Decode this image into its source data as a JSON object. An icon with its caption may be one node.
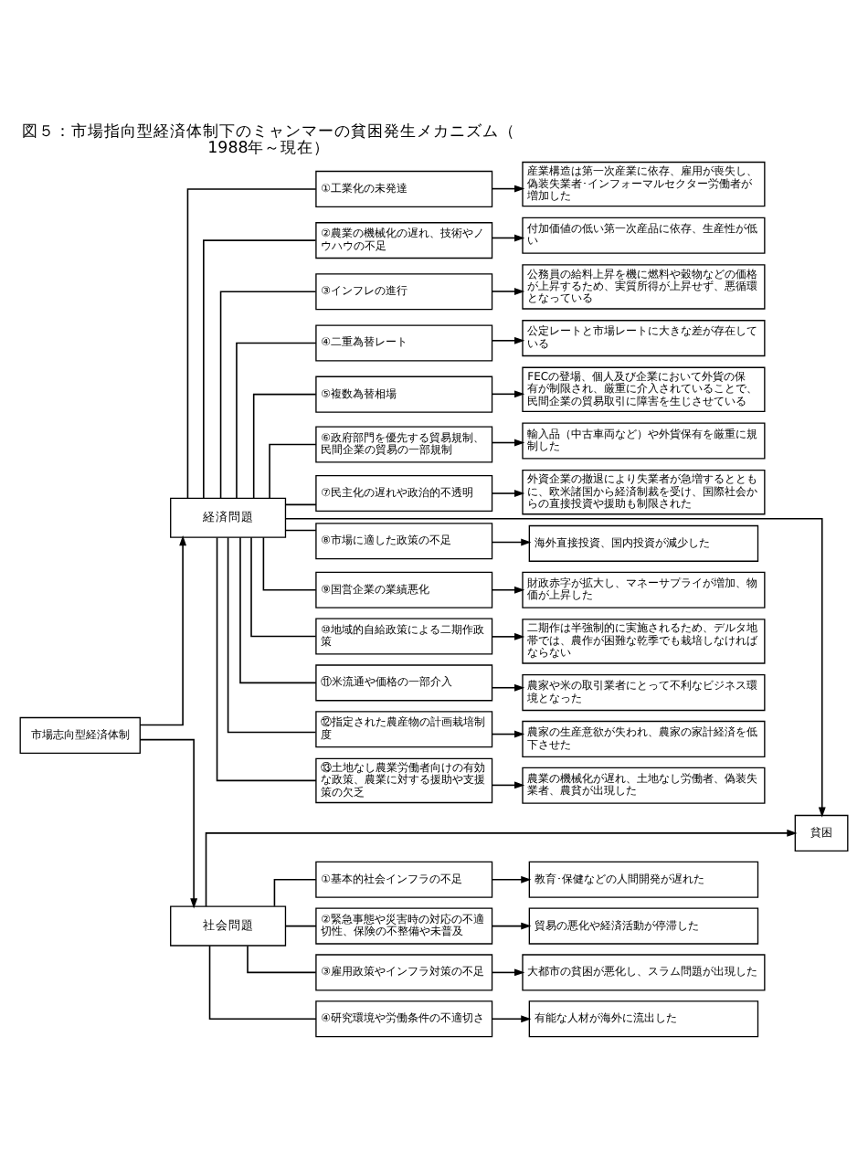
{
  "diagram": {
    "title": "図５：市場指向型経済体制下のミャンマーの貧困発生メカニズム（1988年～現在）",
    "nodes": [
      {
        "text": [
          "経済問題"
        ]
      },
      {
        "text": [
          "①工業化の未発達"
        ]
      },
      {
        "text": [
          "産業構造は第一次産業に依存、雇用が喪失し、偽装失業者･インフォーマルセクター労働者が増加した"
        ]
      },
      {
        "text": [
          "②農業の機械化の遅れ、技術やノウハウの不足"
        ]
      },
      {
        "text": [
          "付加価値の低い第一次産品に依存、生産性が低い"
        ]
      },
      {
        "text": [
          "③インフレの進行"
        ]
      },
      {
        "text": [
          "公務員の給料上昇を機に燃料や穀物などの価格が上昇するため、実質所得が上昇せず、悪循環となっている"
        ]
      },
      {
        "text": [
          "④二重為替レート"
        ]
      },
      {
        "text": [
          "公定レートと市場レートに大きな差が存在している"
        ]
      },
      {
        "text": [
          "⑤複数為替相場"
        ]
      },
      {
        "text": [
          "FECの登場、個人及び企業において外貨の保有が制限され、厳重に介入されていることで、民間企業の貿易取引に障害を生じさせている"
        ]
      },
      {
        "text": [
          "⑥政府部門を優先する貿易規制、民間企業の貿易の一部規制"
        ]
      },
      {
        "text": [
          "輸入品（中古車両など）や外貨保有を厳重に規制した"
        ]
      },
      {
        "text": [
          "⑦民主化の遅れや政治的不透明"
        ]
      },
      {
        "text": [
          "外資企業の撤退により失業者が急増するとともに、欧米諸国から経済制裁を受け、国際社会からの直接投資や援助も制限された"
        ]
      },
      {
        "text": [
          "⑧市場に適した政策の不足"
        ]
      },
      {
        "text": [
          "海外直接投資、国内投資が減少した"
        ]
      },
      {
        "text": [
          "⑨国営企業の業績悪化"
        ]
      },
      {
        "text": [
          "財政赤字が拡大し、マネーサプライが増加、物価が上昇した"
        ]
      },
      {
        "text": [
          "⑩地域的自給政策による二期作政策"
        ]
      },
      {
        "text": [
          "二期作は半強制的に実施されるため、デルタ地帯では、農作が困難な乾季でも栽培しなければならない"
        ]
      },
      {
        "text": [
          "⑪米流通や価格の一部介入"
        ]
      },
      {
        "text": [
          "農家や米の取引業者にとって不利なビジネス環境となった"
        ]
      },
      {
        "text": [
          "⑫指定された農産物の計画栽培制度"
        ]
      },
      {
        "text": [
          "農家の生産意欲が失われ、農家の家計経済を低下させた"
        ]
      },
      {
        "text": [
          "⑬土地なし農業労働者向けの有効な政策、農業に対する援助や支援策の欠乏"
        ]
      },
      {
        "text": [
          "農業の機械化が遅れ、土地なし労働者、偽装失業者、農貧が出現した"
        ]
      },
      {
        "text": [
          "市場志向型経済体制"
        ]
      },
      {
        "text": [
          "貧困"
        ]
      },
      {
        "text": [
          "社会問題"
        ]
      },
      {
        "text": [
          "①基本的社会インフラの不足"
        ]
      },
      {
        "text": [
          "教育･保健などの人間開発が遅れた"
        ]
      },
      {
        "text": [
          "②緊急事態や災害時の対応の不適切性、保険の不整備や未普及"
        ]
      },
      {
        "text": [
          "貿易の悪化や経済活動が停滞した"
        ]
      },
      {
        "text": [
          "③雇用政策やインフラ対策の不足"
        ]
      },
      {
        "text": [
          "大都市の貧困が悪化し、スラム問題が出現した"
        ]
      },
      {
        "text": [
          "④研究環境や労働条件の不適切さ"
        ]
      },
      {
        "text": [
          "有能な人材が海外に流出した"
        ]
      }
    ],
    "edges": [
      {
        "from": 27,
        "to": 0,
        "arrow": "to"
      },
      {
        "from": 0,
        "to": 1,
        "arrow": "none"
      },
      {
        "from": 1,
        "to": 2,
        "arrow": "to"
      },
      {
        "from": 0,
        "to": 3,
        "arrow": "none"
      },
      {
        "from": 3,
        "to": 4,
        "arrow": "to"
      },
      {
        "from": 0,
        "to": 5,
        "arrow": "none"
      },
      {
        "from": 5,
        "to": 6,
        "arrow": "to"
      },
      {
        "from": 0,
        "to": 7,
        "arrow": "none"
      },
      {
        "from": 7,
        "to": 8,
        "arrow": "to"
      },
      {
        "from": 0,
        "to": 9,
        "arrow": "none"
      },
      {
        "from": 9,
        "to": 10,
        "arrow": "to"
      },
      {
        "from": 0,
        "to": 11,
        "arrow": "none"
      },
      {
        "from": 11,
        "to": 12,
        "arrow": "to"
      },
      {
        "from": 0,
        "to": 13,
        "arrow": "none"
      },
      {
        "from": 13,
        "to": 14,
        "arrow": "to"
      },
      {
        "from": 0,
        "to": 15,
        "arrow": "none"
      },
      {
        "from": 15,
        "to": 16,
        "arrow": "to"
      },
      {
        "from": 0,
        "to": 17,
        "arrow": "none"
      },
      {
        "from": 17,
        "to": 18,
        "arrow": "to"
      },
      {
        "from": 0,
        "to": 19,
        "arrow": "none"
      },
      {
        "from": 19,
        "to": 20,
        "arrow": "to"
      },
      {
        "from": 0,
        "to": 21,
        "arrow": "none"
      },
      {
        "from": 21,
        "to": 22,
        "arrow": "to"
      },
      {
        "from": 0,
        "to": 23,
        "arrow": "none"
      },
      {
        "from": 23,
        "to": 24,
        "arrow": "to"
      },
      {
        "from": 0,
        "to": 25,
        "arrow": "none"
      },
      {
        "from": 25,
        "to": 26,
        "arrow": "to"
      },
      {
        "from": 0,
        "to": 28,
        "arrow": "to"
      },
      {
        "from": 27,
        "to": 29,
        "arrow": "to"
      },
      {
        "from": 29,
        "to": 30,
        "arrow": "none"
      },
      {
        "from": 30,
        "to": 31,
        "arrow": "to"
      },
      {
        "from": 29,
        "to": 32,
        "arrow": "none"
      },
      {
        "from": 32,
        "to": 33,
        "arrow": "to"
      },
      {
        "from": 29,
        "to": 34,
        "arrow": "none"
      },
      {
        "from": 34,
        "to": 35,
        "arrow": "to"
      },
      {
        "from": 29,
        "to": 36,
        "arrow": "none"
      },
      {
        "from": 36,
        "to": 37,
        "arrow": "to"
      },
      {
        "from": 29,
        "to": 28,
        "arrow": "to"
      }
    ]
  }
}
